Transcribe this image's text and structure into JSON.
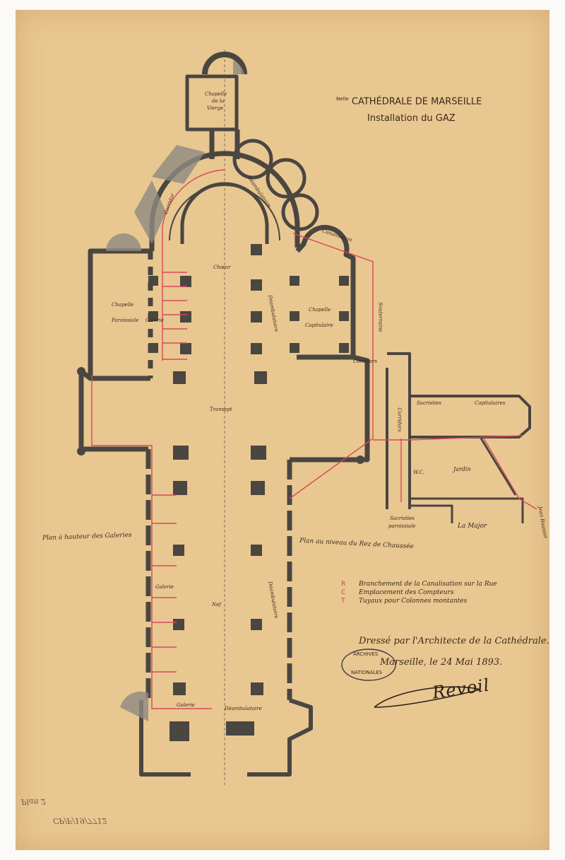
{
  "title": {
    "line1_prefix": "Nelle",
    "line1": "CATHÉDRALE DE MARSEILLE",
    "line2": "Installation du GAZ"
  },
  "labels": {
    "chapelle_vierge": [
      "Chapelle",
      "de la",
      "Vierge"
    ],
    "corridor": "Corridor",
    "deambulatoire_apse": "Déambulatoire",
    "canalisation": "Canalisation",
    "choeur": "Chœur",
    "chapelle_paroissiale": [
      "Chapelle",
      "Paroissiale"
    ],
    "galerie_upper": "Galerie",
    "deambulatoire_choir": "Déambulatoire",
    "chapelle_capitulaire": [
      "Chapelle",
      "Capitulaire"
    ],
    "souterraine": "Souterraine",
    "corridors_upper": "Corridors",
    "transept": "Transept",
    "sacristies": "Sacristies",
    "capitulaires": "Capitulaires",
    "corridors_annex": "Corridors",
    "wc": "W.C.",
    "jardin": "Jardin",
    "sacristies_paroissiale": [
      "Sacristies",
      "paroissiale"
    ],
    "la_major": "La Major",
    "rue": "Jean Bausset",
    "plan_galeries": "Plan à hauteur des Galeries",
    "plan_rez": "Plan au niveau du Rez de Chaussée",
    "galerie_nave": "Galerie",
    "nef": "Nef",
    "deambulatoire_nave": "Déambulatoire",
    "galerie_bottom": "Galerie",
    "deambulatoire_bottom": "Déambulatoire"
  },
  "legend": [
    {
      "symbol": "R",
      "text": "Branchement de la Canalisation sur la Rue"
    },
    {
      "symbol": "C",
      "text": "Emplacement des Compteurs"
    },
    {
      "symbol": "T",
      "text": "Tuyaux pour Colonnes montantes"
    }
  ],
  "signature_block": {
    "line1": "Dressé par l'Architecte de la Cathédrale.",
    "line2": "Marseille, le 24 Mai 1893.",
    "signature": "Revoil"
  },
  "stamp": {
    "top": "ARCHIVES",
    "bottom": "NATIONALES"
  },
  "archive_marks": {
    "plan": "Plan 2",
    "ref": "CP/F/19/7712"
  },
  "colors": {
    "paper": "#e9c791",
    "wall": "#4a4640",
    "gas_line": "#d9485a",
    "ink": "#3a2a1a"
  }
}
